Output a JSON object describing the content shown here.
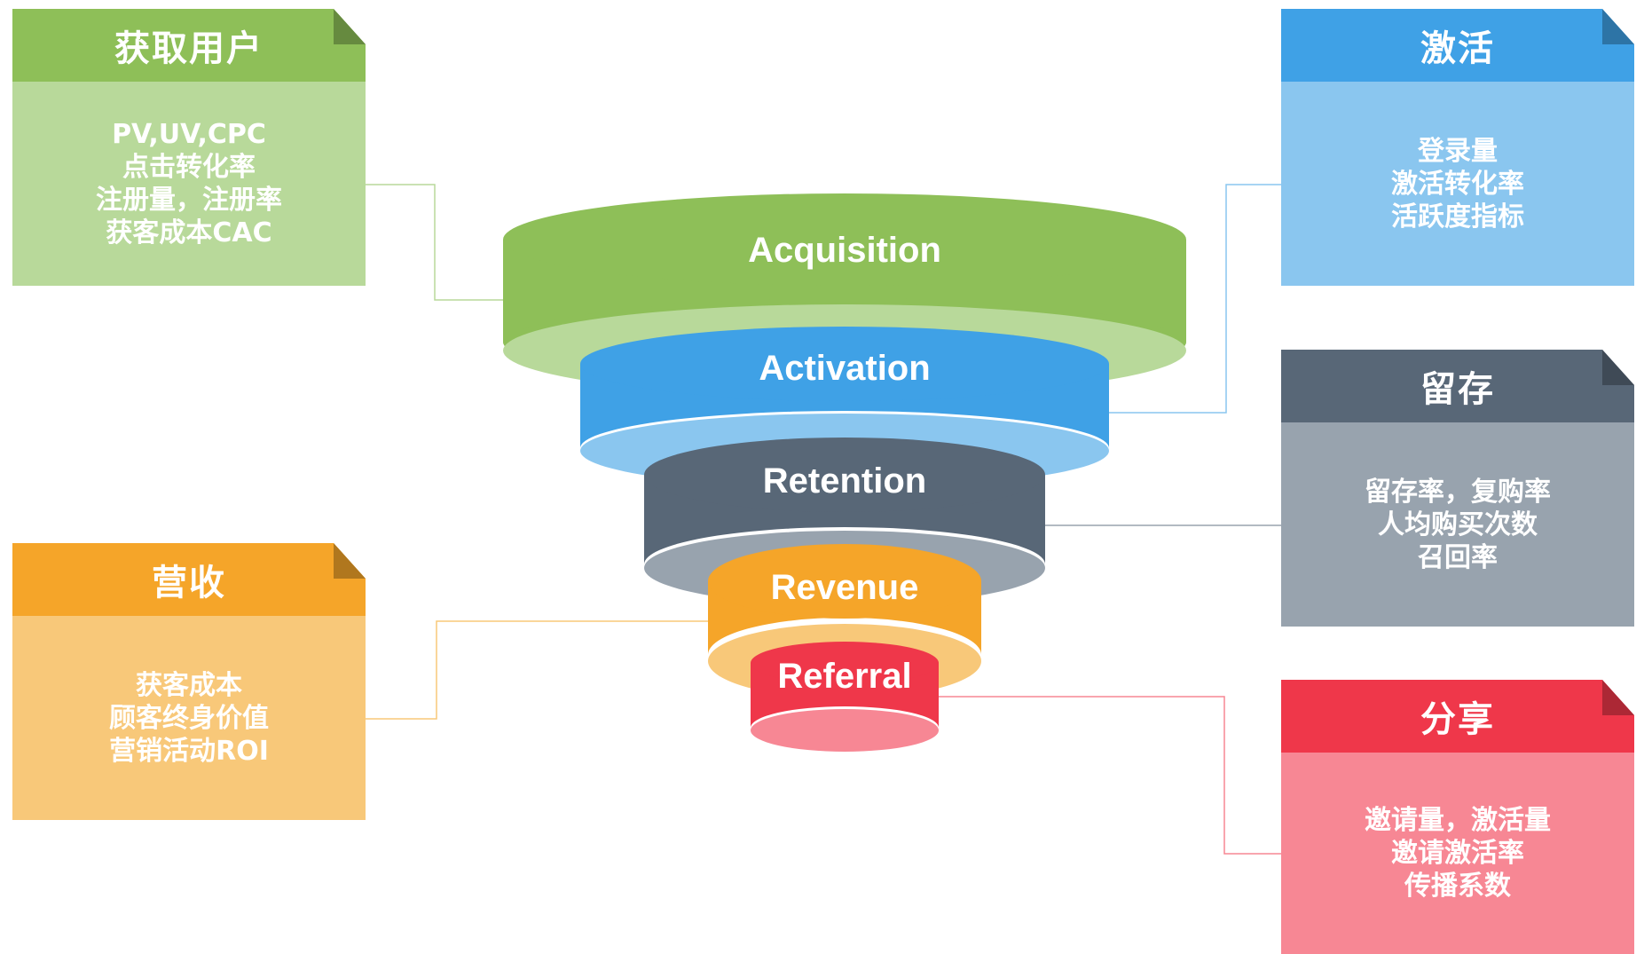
{
  "colors": {
    "acquisition": {
      "top": "#8ebf58",
      "side": "#8ebf58",
      "inner": "#b8d99a",
      "box_body": "#b8d99a",
      "line": "#b8d99a"
    },
    "activation": {
      "top": "#3fa1e6",
      "side": "#3fa1e6",
      "inner": "#8ac6ef",
      "box_body": "#8ac6ef",
      "line": "#8ac6ef"
    },
    "retention": {
      "top": "#586777",
      "side": "#586777",
      "inner": "#98a3ae",
      "box_body": "#98a3ae",
      "line": "#98a3ae"
    },
    "revenue": {
      "top": "#f5a529",
      "side": "#f5a529",
      "inner": "#f8c879",
      "box_body": "#f8c879",
      "line": "#f8c879"
    },
    "referral": {
      "top": "#ef374a",
      "side": "#ef374a",
      "inner": "#f78794",
      "box_body": "#f78794",
      "line": "#f78794"
    }
  },
  "funnel": {
    "acquisition": "Acquisition",
    "activation": "Activation",
    "retention": "Retention",
    "revenue": "Revenue",
    "referral": "Referral"
  },
  "boxes": {
    "acquisition": {
      "title": "获取用户",
      "lines": [
        "PV,UV,CPC",
        "点击转化率",
        "注册量，注册率",
        "获客成本CAC"
      ]
    },
    "activation": {
      "title": "激活",
      "lines": [
        "登录量",
        "激活转化率",
        "活跃度指标"
      ]
    },
    "retention": {
      "title": "留存",
      "lines": [
        "留存率，复购率",
        "人均购买次数",
        "召回率"
      ]
    },
    "revenue": {
      "title": "营收",
      "lines": [
        "获客成本",
        "顾客终身价值",
        "营销活动ROI"
      ]
    },
    "referral": {
      "title": "分享",
      "lines": [
        "邀请量，激活量",
        "邀请激活率",
        "传播系数"
      ]
    }
  }
}
